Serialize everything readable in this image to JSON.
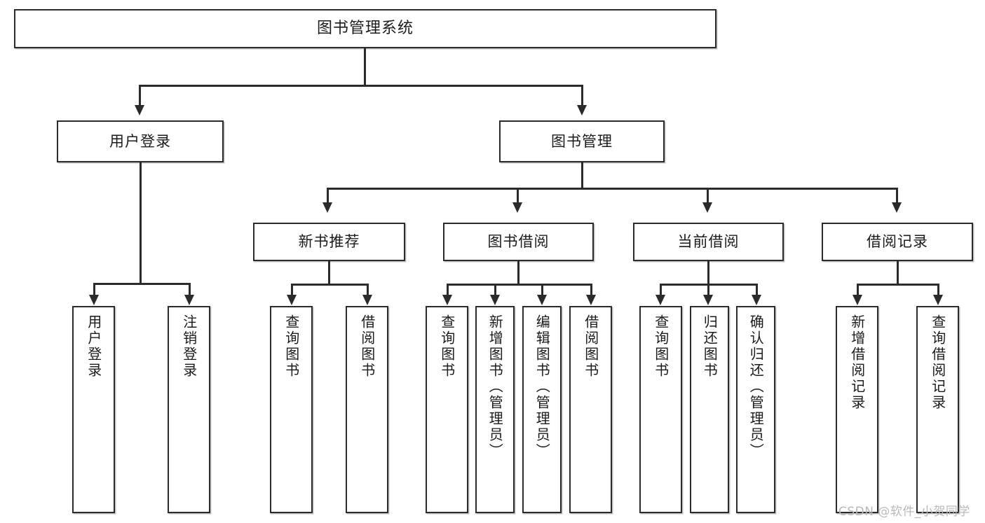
{
  "diagram": {
    "title": "图书管理系统",
    "type": "tree-hierarchy",
    "watermark": "CSDN @软件_小贺同学",
    "colors": {
      "stroke": "#2b2b2b",
      "fill": "#ffffff",
      "text": "#1b1b1b",
      "watermark": "#b9b9b9"
    }
  },
  "nodes": {
    "root": {
      "label": "图书管理系统"
    },
    "level2": [
      {
        "label": "用户登录"
      },
      {
        "label": "图书管理"
      }
    ],
    "level3": [
      {
        "label": "新书推荐"
      },
      {
        "label": "图书借阅"
      },
      {
        "label": "当前借阅"
      },
      {
        "label": "借阅记录"
      }
    ],
    "leaves": {
      "user_login": [
        {
          "label": "用户登录"
        },
        {
          "label": "注销登录"
        }
      ],
      "new_book": [
        {
          "label": "查询图书"
        },
        {
          "label": "借阅图书"
        }
      ],
      "book_borrow": [
        {
          "label": "查询图书"
        },
        {
          "label": "新增图书（管理员）"
        },
        {
          "label": "编辑图书（管理员）"
        },
        {
          "label": "借阅图书"
        }
      ],
      "current_borrow": [
        {
          "label": "查询图书"
        },
        {
          "label": "归还图书"
        },
        {
          "label": "确认归还（管理员）"
        }
      ],
      "borrow_record": [
        {
          "label": "新增借阅记录"
        },
        {
          "label": "查询借阅记录"
        }
      ]
    }
  }
}
